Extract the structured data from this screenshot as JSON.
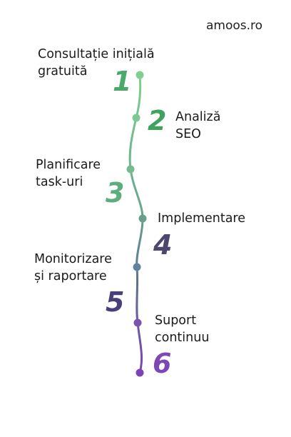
{
  "brand": "amoos.ro",
  "steps": [
    {
      "number": "1",
      "line1": "Consultație inițială",
      "line2": "gratuită",
      "color": "#4aa86a"
    },
    {
      "number": "2",
      "line1": "Analiză",
      "line2": "SEO",
      "color": "#3fa35f"
    },
    {
      "number": "3",
      "line1": "Planificare",
      "line2": "task-uri",
      "color": "#5cae7c"
    },
    {
      "number": "4",
      "line1": "Implementare",
      "line2": "",
      "color": "#4d4770"
    },
    {
      "number": "5",
      "line1": "Monitorizare",
      "line2": "și raportare",
      "color": "#4a3f7a"
    },
    {
      "number": "6",
      "line1": "Suport",
      "line2": "continuu",
      "color": "#7d47b5"
    }
  ]
}
